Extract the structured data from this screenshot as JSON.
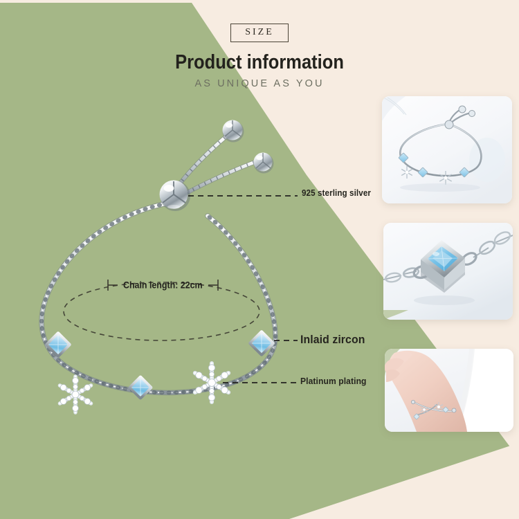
{
  "page": {
    "badge": "SIZE",
    "title": "Product information",
    "subtitle": "AS UNIQUE AS YOU"
  },
  "colors": {
    "green": "#a5b787",
    "cream": "#f7ece1",
    "ink": "#26251f",
    "zircon_blue": "#a8d4ec",
    "silver_light": "#ffffff",
    "silver_mid": "#c9cfd4",
    "silver_dark": "#7d878f"
  },
  "annotations": [
    {
      "id": "material",
      "label": "925 sterling silver"
    },
    {
      "id": "stone",
      "label": "Inlaid zircon"
    },
    {
      "id": "finish",
      "label": "Platinum plating"
    }
  ],
  "measurement": {
    "label": "Chain length: 22cm",
    "value": 22,
    "unit": "cm"
  },
  "photos": [
    {
      "id": "photo-full-bracelet",
      "caption": ""
    },
    {
      "id": "photo-zircon-closeup",
      "caption": ""
    },
    {
      "id": "photo-on-wrist",
      "caption": ""
    }
  ]
}
